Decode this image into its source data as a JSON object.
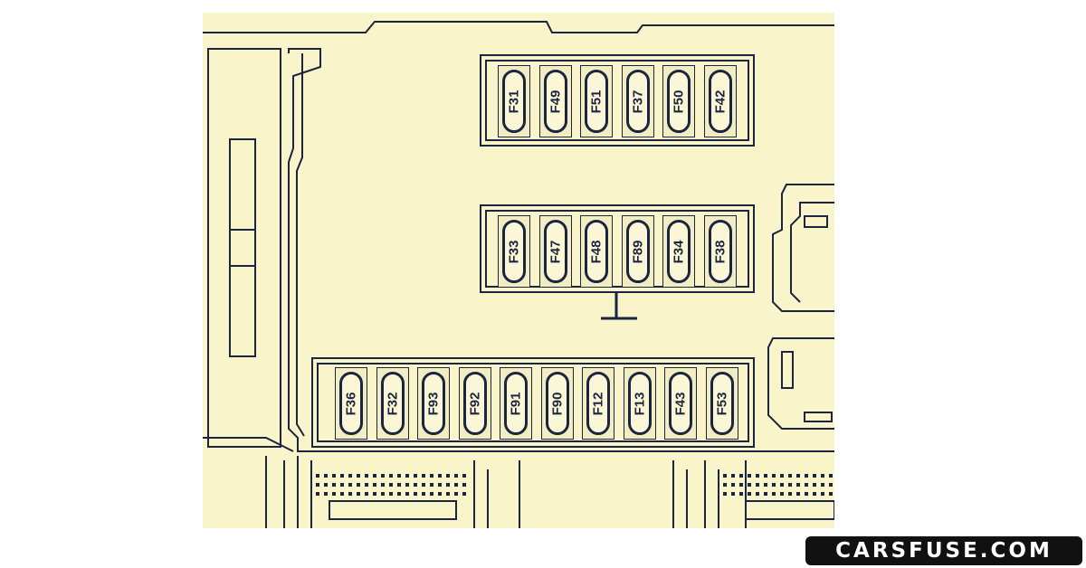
{
  "diagram": {
    "colors": {
      "background": "#f9f4c9",
      "line": "#1b2440"
    },
    "fuse_rows": [
      {
        "name": "top",
        "fuses": [
          "F31",
          "F49",
          "F51",
          "F37",
          "F50",
          "F42"
        ]
      },
      {
        "name": "middle",
        "fuses": [
          "F33",
          "F47",
          "F48",
          "F89",
          "F34",
          "F38"
        ]
      },
      {
        "name": "bottom",
        "fuses": [
          "F36",
          "F32",
          "F93",
          "F92",
          "F91",
          "F90",
          "F12",
          "F13",
          "F43",
          "F53"
        ]
      }
    ]
  },
  "watermark": {
    "text": "CARSFUSE.COM"
  }
}
